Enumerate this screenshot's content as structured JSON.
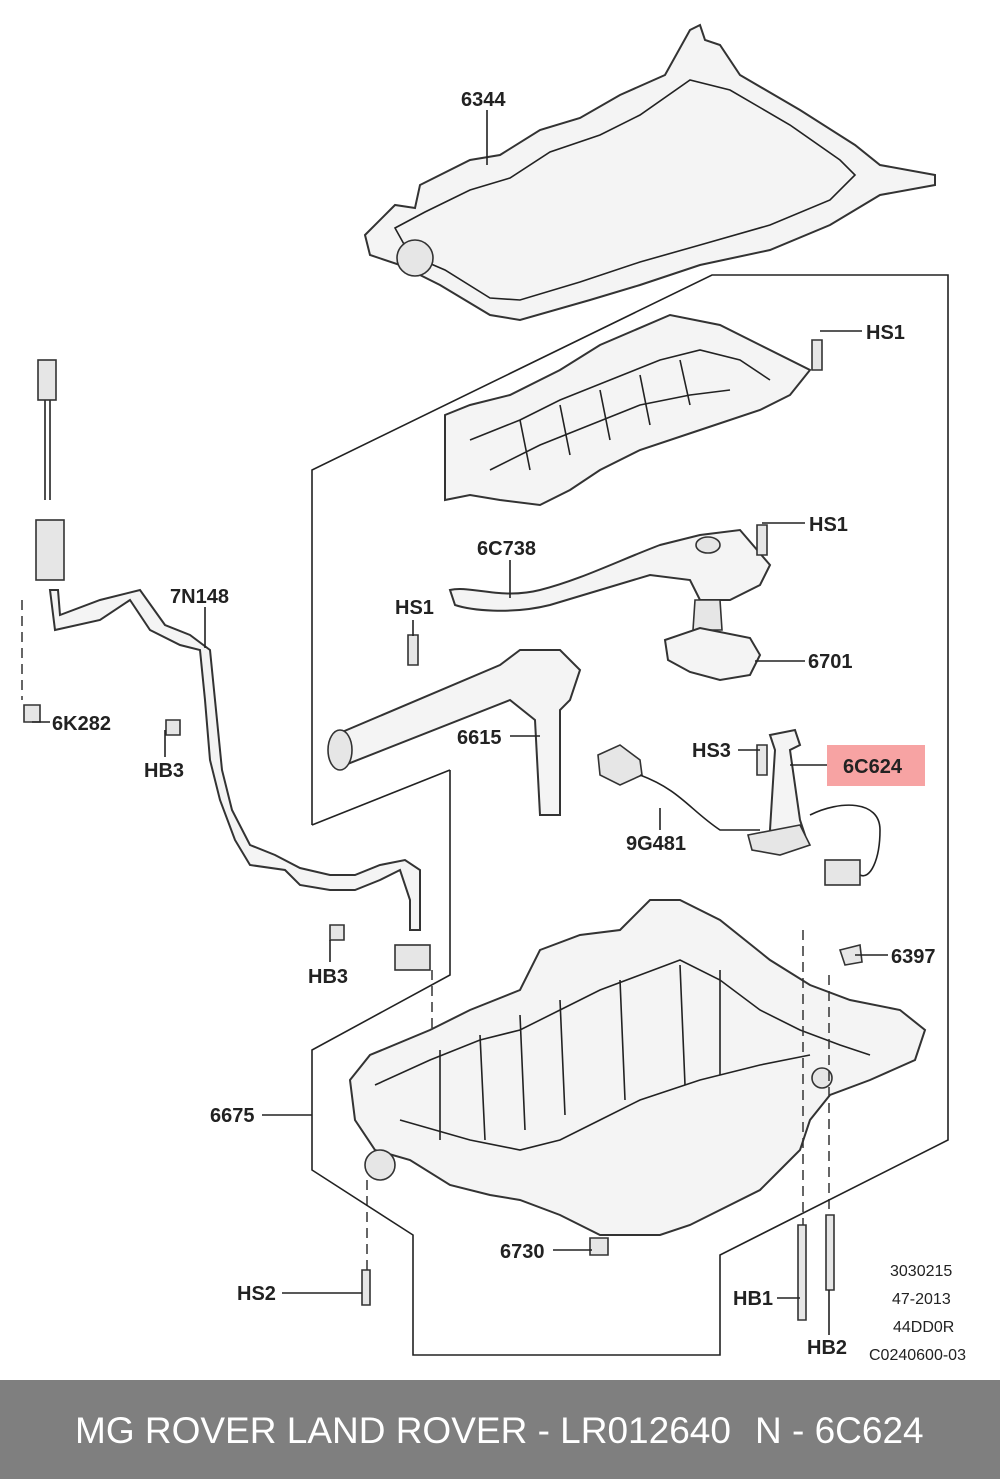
{
  "labels": {
    "l_6344": "6344",
    "l_hs1_a": "HS1",
    "l_hs1_b": "HS1",
    "l_6c738": "6C738",
    "l_hs1_c": "HS1",
    "l_6701": "6701",
    "l_7n148": "7N148",
    "l_6k282": "6K282",
    "l_hb3_a": "HB3",
    "l_6615": "6615",
    "l_hs3": "HS3",
    "l_6c624": "6C624",
    "l_9g481": "9G481",
    "l_hb3_b": "HB3",
    "l_6397": "6397",
    "l_6675": "6675",
    "l_6730": "6730",
    "l_hs2": "HS2",
    "l_hb1": "HB1",
    "l_hb2": "HB2"
  },
  "meta": {
    "line1": "3030215",
    "line2": "47-2013",
    "line3": "44DD0R",
    "line4": "C0240600-03"
  },
  "highlight_color": "#f7a3a3",
  "footer": {
    "title": "MG ROVER LAND ROVER - LR012640",
    "part": "N - 6C624"
  }
}
